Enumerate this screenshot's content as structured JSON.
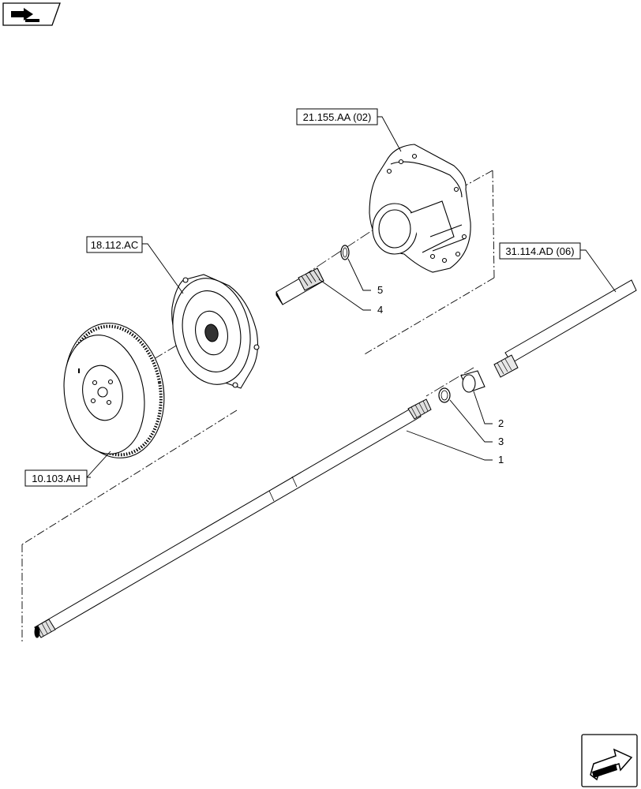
{
  "diagram": {
    "reference_labels": {
      "housing": "21.155.AA (02)",
      "damper": "18.112.AC",
      "shaft_ref": "31.114.AD (06)",
      "flywheel": "10.103.AH"
    },
    "item_numbers": {
      "shaft": "1",
      "sleeve": "2",
      "ring_small": "3",
      "splined_shaft": "4",
      "ring_top": "5"
    }
  }
}
